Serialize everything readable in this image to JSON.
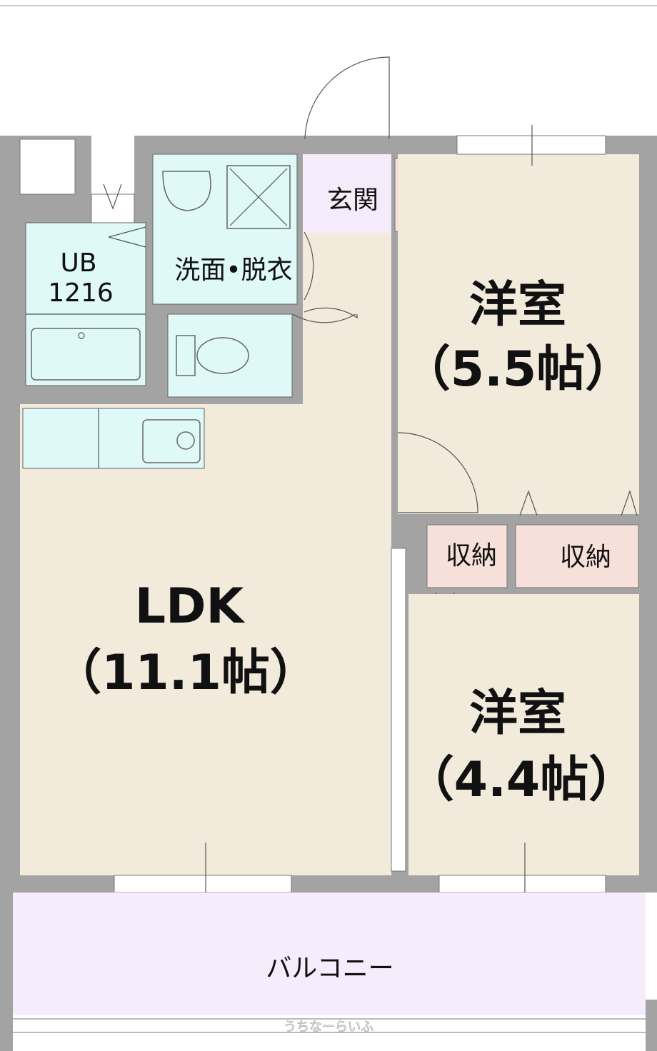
{
  "plan": {
    "rooms": {
      "western_room_1": {
        "name": "洋室",
        "size": "（5.5帖）"
      },
      "western_room_2": {
        "name": "洋室",
        "size": "（4.4帖）"
      },
      "ldk": {
        "name": "LDK",
        "size": "（11.1帖）"
      },
      "entrance": {
        "name": "玄関"
      },
      "storage_1": {
        "name": "収納"
      },
      "storage_2": {
        "name": "収納"
      },
      "bath": {
        "name": "UB",
        "model": "1216"
      },
      "washroom": {
        "name": "洗面•脱衣"
      },
      "balcony": {
        "name": "バルコニー"
      }
    },
    "watermark": "うちなーらいふ",
    "colors": {
      "wall": "#a3a3a3",
      "room": "#f2eadb",
      "wet_area": "#dff8f8",
      "entrance": "#f5ebfa",
      "storage": "#f8e0da",
      "balcony": "#f6ecfb"
    }
  }
}
